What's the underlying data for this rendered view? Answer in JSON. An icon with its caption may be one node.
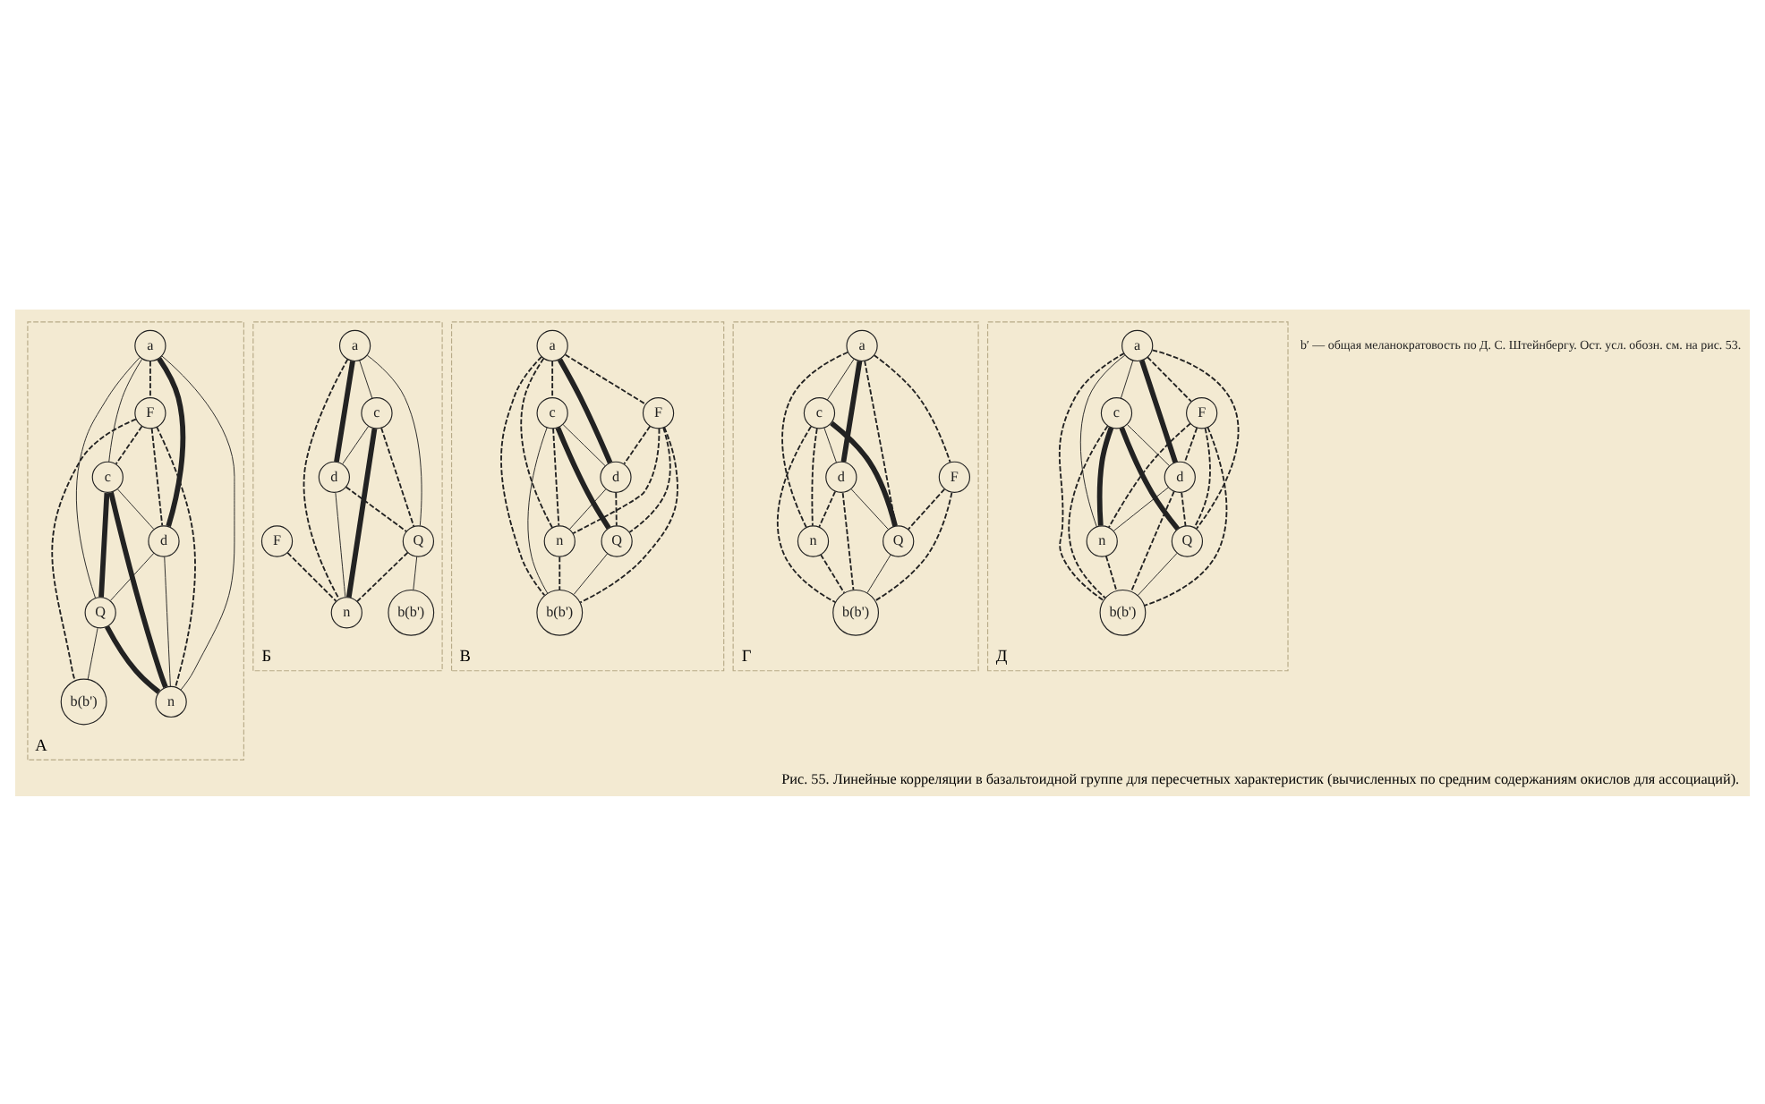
{
  "diagram": {
    "caption": "Рис. 55. Линейные корреляции в базальтоидной группе для пересчетных характеристик (вычисленных по средним содержаниям окислов для ассоциаций).",
    "nodes": [
      {
        "text": [
          "A"
        ]
      },
      {
        "text": [
          "a"
        ],
        "in": 0
      },
      {
        "text": [
          "c"
        ],
        "in": 0
      },
      {
        "text": [
          "b(b')"
        ],
        "in": 0
      },
      {
        "text": [
          "n"
        ],
        "in": 0
      },
      {
        "text": [
          "Q"
        ],
        "in": 0
      },
      {
        "text": [
          "d"
        ],
        "in": 0
      },
      {
        "text": [
          "F"
        ],
        "in": 0
      },
      {
        "text": [
          "Б"
        ]
      },
      {
        "text": [
          "a"
        ],
        "in": 8
      },
      {
        "text": [
          "c"
        ],
        "in": 8
      },
      {
        "text": [
          "b(b')"
        ],
        "in": 8
      },
      {
        "text": [
          "n"
        ],
        "in": 8
      },
      {
        "text": [
          "Q"
        ],
        "in": 8
      },
      {
        "text": [
          "d"
        ],
        "in": 8
      },
      {
        "text": [
          "F"
        ],
        "in": 8
      },
      {
        "text": [
          "В"
        ]
      },
      {
        "text": [
          "a"
        ],
        "in": 16
      },
      {
        "text": [
          "c"
        ],
        "in": 16
      },
      {
        "text": [
          "b(b')"
        ],
        "in": 16
      },
      {
        "text": [
          "n"
        ],
        "in": 16
      },
      {
        "text": [
          "Q"
        ],
        "in": 16
      },
      {
        "text": [
          "d"
        ],
        "in": 16
      },
      {
        "text": [
          "F"
        ],
        "in": 16
      },
      {
        "text": [
          "Г"
        ]
      },
      {
        "text": [
          "a"
        ],
        "in": 24
      },
      {
        "text": [
          "c"
        ],
        "in": 24
      },
      {
        "text": [
          "b(b')"
        ],
        "in": 24
      },
      {
        "text": [
          "n"
        ],
        "in": 24
      },
      {
        "text": [
          "Q"
        ],
        "in": 24
      },
      {
        "text": [
          "d"
        ],
        "in": 24
      },
      {
        "text": [
          "F"
        ],
        "in": 24
      },
      {
        "text": [
          "Д"
        ]
      },
      {
        "text": [
          "a"
        ],
        "in": 32
      },
      {
        "text": [
          "c"
        ],
        "in": 32
      },
      {
        "text": [
          "b(b')"
        ],
        "in": 32
      },
      {
        "text": [
          "n"
        ],
        "in": 32
      },
      {
        "text": [
          "Q"
        ],
        "in": 32
      },
      {
        "text": [
          "d"
        ],
        "in": 32
      },
      {
        "text": [
          "F"
        ],
        "in": 32
      }
    ],
    "edges": [
      {
        "from": 1,
        "to": 7,
        "arrow": "none",
        "style": "dashed"
      },
      {
        "from": 1,
        "to": 2,
        "arrow": "none"
      },
      {
        "from": 1,
        "to": 6,
        "arrow": "none",
        "style": "thick"
      },
      {
        "from": 1,
        "to": 5,
        "arrow": "none"
      },
      {
        "from": 1,
        "to": 4,
        "arrow": "none"
      },
      {
        "from": 7,
        "to": 2,
        "arrow": "none",
        "style": "dashed"
      },
      {
        "from": 7,
        "to": 6,
        "arrow": "none",
        "style": "dashed"
      },
      {
        "from": 7,
        "to": 3,
        "arrow": "none",
        "style": "dashed"
      },
      {
        "from": 7,
        "to": 4,
        "arrow": "none",
        "style": "dashed"
      },
      {
        "from": 2,
        "to": 6,
        "arrow": "none"
      },
      {
        "from": 2,
        "to": 5,
        "arrow": "none",
        "style": "thick"
      },
      {
        "from": 2,
        "to": 4,
        "arrow": "none",
        "style": "thick"
      },
      {
        "from": 6,
        "to": 5,
        "arrow": "none"
      },
      {
        "from": 6,
        "to": 4,
        "arrow": "none"
      },
      {
        "from": 5,
        "to": 4,
        "arrow": "none",
        "style": "thick"
      },
      {
        "from": 5,
        "to": 3,
        "arrow": "none"
      },
      {
        "from": 9,
        "to": 10,
        "arrow": "none"
      },
      {
        "from": 9,
        "to": 14,
        "arrow": "none",
        "style": "thick"
      },
      {
        "from": 9,
        "to": 13,
        "arrow": "none"
      },
      {
        "from": 9,
        "to": 12,
        "arrow": "none",
        "style": "dashed"
      },
      {
        "from": 15,
        "to": 12,
        "arrow": "none",
        "style": "dashed"
      },
      {
        "from": 10,
        "to": 14,
        "arrow": "none"
      },
      {
        "from": 10,
        "to": 13,
        "arrow": "none",
        "style": "dashed"
      },
      {
        "from": 10,
        "to": 12,
        "arrow": "none",
        "style": "thick"
      },
      {
        "from": 14,
        "to": 13,
        "arrow": "none",
        "style": "dashed"
      },
      {
        "from": 14,
        "to": 12,
        "arrow": "none"
      },
      {
        "from": 13,
        "to": 12,
        "arrow": "none",
        "style": "dashed"
      },
      {
        "from": 13,
        "to": 11,
        "arrow": "none"
      },
      {
        "from": 17,
        "to": 23,
        "arrow": "none",
        "style": "dashed"
      },
      {
        "from": 17,
        "to": 18,
        "arrow": "none",
        "style": "dashed"
      },
      {
        "from": 17,
        "to": 22,
        "arrow": "none",
        "style": "thick"
      },
      {
        "from": 17,
        "to": 20,
        "arrow": "none",
        "style": "dashed"
      },
      {
        "from": 17,
        "to": 19,
        "arrow": "none",
        "style": "dashed"
      },
      {
        "from": 23,
        "to": 22,
        "arrow": "none",
        "style": "dashed"
      },
      {
        "from": 23,
        "to": 21,
        "arrow": "none",
        "style": "dashed"
      },
      {
        "from": 23,
        "to": 20,
        "arrow": "none",
        "style": "dashed"
      },
      {
        "from": 23,
        "to": 19,
        "arrow": "none",
        "style": "dashed"
      },
      {
        "from": 18,
        "to": 22,
        "arrow": "none"
      },
      {
        "from": 18,
        "to": 21,
        "arrow": "none",
        "style": "thick"
      },
      {
        "from": 18,
        "to": 19,
        "arrow": "none"
      },
      {
        "from": 18,
        "to": 20,
        "arrow": "none",
        "style": "dashed"
      },
      {
        "from": 22,
        "to": 21,
        "arrow": "none",
        "style": "dashed"
      },
      {
        "from": 22,
        "to": 20,
        "arrow": "none"
      },
      {
        "from": 21,
        "to": 19,
        "arrow": "none"
      },
      {
        "from": 20,
        "to": 19,
        "arrow": "none",
        "style": "dashed"
      },
      {
        "from": 25,
        "to": 31,
        "arrow": "none",
        "style": "dashed"
      },
      {
        "from": 25,
        "to": 26,
        "arrow": "none"
      },
      {
        "from": 25,
        "to": 30,
        "arrow": "none",
        "style": "thick"
      },
      {
        "from": 25,
        "to": 29,
        "arrow": "none",
        "style": "dashed"
      },
      {
        "from": 25,
        "to": 28,
        "arrow": "none",
        "style": "dashed"
      },
      {
        "from": 31,
        "to": 29,
        "arrow": "none",
        "style": "dashed"
      },
      {
        "from": 31,
        "to": 27,
        "arrow": "none",
        "style": "dashed"
      },
      {
        "from": 26,
        "to": 30,
        "arrow": "none"
      },
      {
        "from": 26,
        "to": 29,
        "arrow": "none",
        "style": "thick"
      },
      {
        "from": 26,
        "to": 28,
        "arrow": "none",
        "style": "dashed"
      },
      {
        "from": 26,
        "to": 27,
        "arrow": "none",
        "style": "dashed"
      },
      {
        "from": 30,
        "to": 27,
        "arrow": "none",
        "style": "dashed"
      },
      {
        "from": 30,
        "to": 29,
        "arrow": "none"
      },
      {
        "from": 30,
        "to": 28,
        "arrow": "none",
        "style": "dashed"
      },
      {
        "from": 29,
        "to": 27,
        "arrow": "none"
      },
      {
        "from": 28,
        "to": 27,
        "arrow": "none",
        "style": "dashed"
      },
      {
        "from": 33,
        "to": 39,
        "arrow": "none",
        "style": "dashed"
      },
      {
        "from": 33,
        "to": 34,
        "arrow": "none"
      },
      {
        "from": 33,
        "to": 38,
        "arrow": "none",
        "style": "thick"
      },
      {
        "from": 33,
        "to": 36,
        "arrow": "none"
      },
      {
        "from": 33,
        "to": 37,
        "arrow": "none",
        "style": "dashed"
      },
      {
        "from": 33,
        "to": 35,
        "arrow": "none",
        "style": "dashed"
      },
      {
        "from": 39,
        "to": 38,
        "arrow": "none",
        "style": "dashed"
      },
      {
        "from": 39,
        "to": 37,
        "arrow": "none",
        "style": "dashed"
      },
      {
        "from": 39,
        "to": 36,
        "arrow": "none",
        "style": "dashed"
      },
      {
        "from": 39,
        "to": 35,
        "arrow": "none",
        "style": "dashed"
      },
      {
        "from": 34,
        "to": 38,
        "arrow": "none"
      },
      {
        "from": 34,
        "to": 37,
        "arrow": "none",
        "style": "thick"
      },
      {
        "from": 34,
        "to": 36,
        "arrow": "none",
        "style": "thick"
      },
      {
        "from": 34,
        "to": 35,
        "arrow": "none",
        "style": "dashed"
      },
      {
        "from": 38,
        "to": 35,
        "arrow": "none",
        "style": "dashed"
      },
      {
        "from": 38,
        "to": 37,
        "arrow": "none",
        "style": "dashed"
      },
      {
        "from": 38,
        "to": 36,
        "arrow": "none"
      },
      {
        "from": 37,
        "to": 35,
        "arrow": "none"
      },
      {
        "from": 36,
        "to": 35,
        "arrow": "none",
        "style": "dashed"
      }
    ],
    "labels": [
      "b′ — общая меланократовость по Д. С. Штейнбергу. Ост. усл. обозн. см. на рис. 53."
    ]
  }
}
